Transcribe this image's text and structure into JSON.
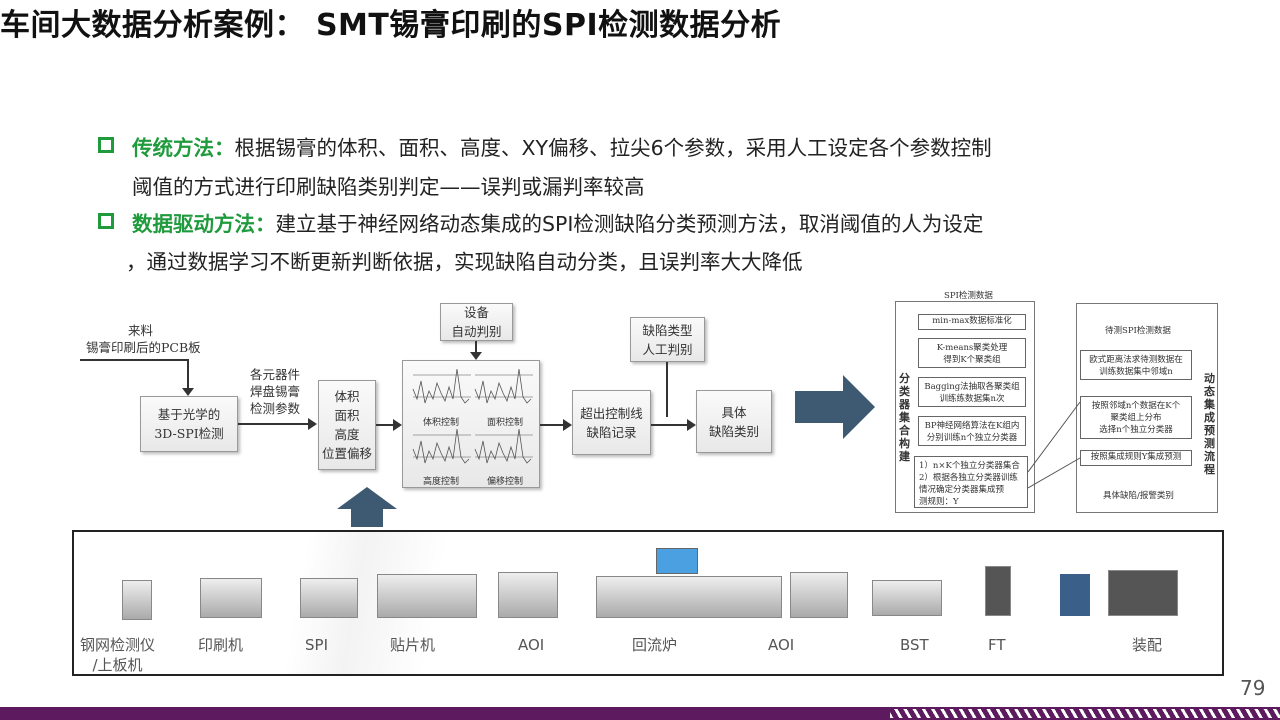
{
  "title": "车间大数据分析案例： SMT锡膏印刷的SPI检测数据分析",
  "bullets": [
    {
      "label": "传统方法：",
      "lines": [
        "根据锡膏的体积、面积、高度、XY偏移、拉尖6个参数，采用人工设定各个参数控制",
        "阈值的方式进行印刷缺陷类别判定——误判或漏判率较高"
      ]
    },
    {
      "label": "数据驱动方法：",
      "lines": [
        "建立基于神经网络动态集成的SPI检测缺陷分类预测方法，取消阈值的人为设定",
        "，通过数据学习不断更新判断依据，实现缺陷自动分类，且误判率大大降低"
      ]
    }
  ],
  "flow": {
    "input1": "来料",
    "input2": "锡膏印刷后的PCB板",
    "box_spi": [
      "基于光学的",
      "3D-SPI检测"
    ],
    "params_label": [
      "各元器件",
      "焊盘锡膏",
      "检测参数"
    ],
    "box_params": [
      "体积",
      "面积",
      "高度",
      "位置偏移"
    ],
    "auto": [
      "设备",
      "自动判别"
    ],
    "charts": [
      "体积控制",
      "面积控制",
      "高度控制",
      "偏移控制"
    ],
    "box_record": [
      "超出控制线",
      "缺陷记录"
    ],
    "manual": [
      "缺陷类型",
      "人工判别"
    ],
    "box_result": [
      "具体",
      "缺陷类别"
    ]
  },
  "model": {
    "left_title": "SPI检测数据",
    "left_side": "分类器集合构建",
    "left_steps": [
      "min-max数据标准化",
      "K-means聚类处理\n得到K个聚类组",
      "Bagging法抽取各聚类组\n训练练数据集n次",
      "BP神经网络算法在K组内\n分别训练n个独立分类器",
      "1）n×K个独立分类器集合\n2）根据各独立分类器训练\n情况确定分类器集成预\n测规则：Y"
    ],
    "right_title": "待测SPI检测数据",
    "right_side": "动态集成预测流程",
    "right_steps": [
      "欧式距离法求待测数据在\n训练数据集中邻域n",
      "按照邻域n个数据在K个\n聚类组上分布\n选择n个独立分类器",
      "按照集成规则Y集成预测"
    ],
    "right_end": "具体缺陷/报警类别"
  },
  "line": [
    "钢网检测仪\n/上板机",
    "印刷机",
    "SPI",
    "贴片机",
    "AOI",
    "回流炉",
    "AOI",
    "BST",
    "FT",
    "装配"
  ],
  "page_number": "79",
  "colors": {
    "accent": "#1f9a3c",
    "bar": "#5e1a5e",
    "arrow": "#3e5a72"
  }
}
